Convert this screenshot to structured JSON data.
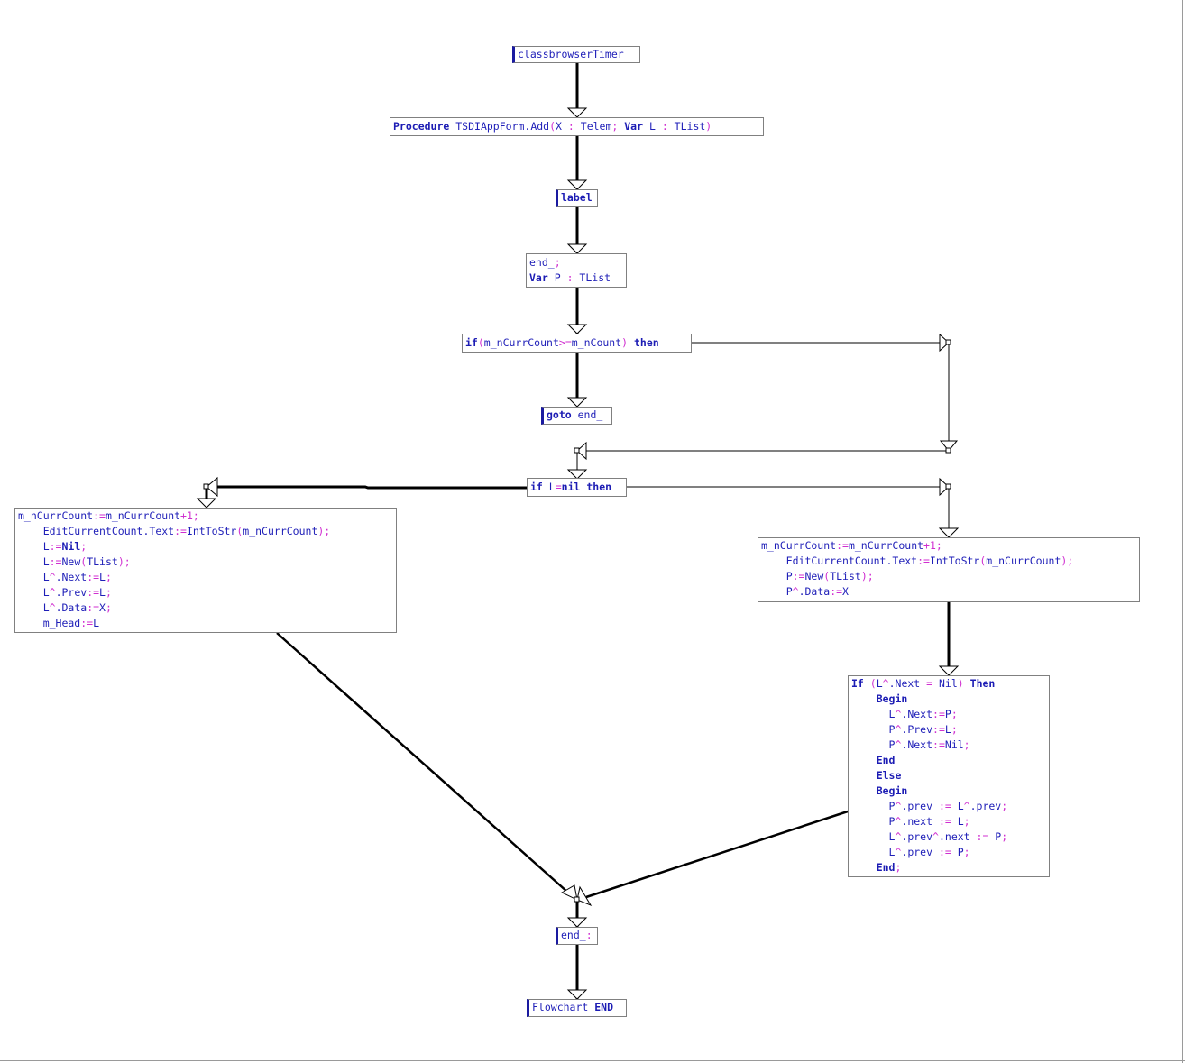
{
  "colors": {
    "text": "#1f1fb8",
    "keyword": "#1c1cb4",
    "operator": "#d02fd0",
    "box_border": "#808080",
    "terminal_bar": "#1a1aa0",
    "connector": "#000000"
  },
  "nodes": {
    "start": {
      "lines": [
        [
          [
            "id",
            "classbrowserTimer"
          ]
        ]
      ]
    },
    "procedure": {
      "lines": [
        [
          [
            "kw",
            "Procedure "
          ],
          [
            "id",
            "TSDIAppForm.Add"
          ],
          [
            "op",
            "("
          ],
          [
            "id",
            "X "
          ],
          [
            "op",
            ":"
          ],
          [
            "id",
            " Telem"
          ],
          [
            "op",
            ";"
          ],
          [
            "kw",
            " Var"
          ],
          [
            "id",
            " L "
          ],
          [
            "op",
            ":"
          ],
          [
            "id",
            " TList"
          ],
          [
            "op",
            ")"
          ]
        ]
      ]
    },
    "label": {
      "lines": [
        [
          [
            "kw",
            "label"
          ]
        ]
      ]
    },
    "var_decl": {
      "lines": [
        [
          [
            "id",
            "end_"
          ],
          [
            "op",
            ";"
          ]
        ],
        [
          [
            "kw",
            "Var"
          ],
          [
            "id",
            " P "
          ],
          [
            "op",
            ":"
          ],
          [
            "id",
            " TList"
          ]
        ]
      ]
    },
    "if_count": {
      "lines": [
        [
          [
            "kw",
            "if"
          ],
          [
            "op",
            "("
          ],
          [
            "id",
            "m_nCurrCount"
          ],
          [
            "op",
            ">="
          ],
          [
            "id",
            "m_nCount"
          ],
          [
            "op",
            ")"
          ],
          [
            "kw",
            " then"
          ]
        ]
      ]
    },
    "goto_end": {
      "lines": [
        [
          [
            "kw",
            "goto"
          ],
          [
            "id",
            " end_"
          ]
        ]
      ]
    },
    "if_nil": {
      "lines": [
        [
          [
            "kw",
            "if"
          ],
          [
            "id",
            " L"
          ],
          [
            "op",
            "="
          ],
          [
            "kw",
            "nil"
          ],
          [
            "kw",
            " then"
          ]
        ]
      ]
    },
    "block_left": {
      "lines": [
        [
          [
            "id",
            "m_nCurrCount"
          ],
          [
            "op",
            ":="
          ],
          [
            "id",
            "m_nCurrCount"
          ],
          [
            "op",
            "+"
          ],
          [
            "num",
            "1"
          ],
          [
            "op",
            ";"
          ]
        ],
        [
          [
            "id",
            "    EditCurrentCount.Text"
          ],
          [
            "op",
            ":="
          ],
          [
            "id",
            "IntToStr"
          ],
          [
            "op",
            "("
          ],
          [
            "id",
            "m_nCurrCount"
          ],
          [
            "op",
            ");"
          ]
        ],
        [
          [
            "id",
            "    L"
          ],
          [
            "op",
            ":="
          ],
          [
            "kw",
            "Nil"
          ],
          [
            "op",
            ";"
          ]
        ],
        [
          [
            "id",
            "    L"
          ],
          [
            "op",
            ":="
          ],
          [
            "id",
            "New"
          ],
          [
            "op",
            "("
          ],
          [
            "id",
            "TList"
          ],
          [
            "op",
            ");"
          ]
        ],
        [
          [
            "id",
            "    L"
          ],
          [
            "op",
            "^"
          ],
          [
            "id",
            ".Next"
          ],
          [
            "op",
            ":="
          ],
          [
            "id",
            "L"
          ],
          [
            "op",
            ";"
          ]
        ],
        [
          [
            "id",
            "    L"
          ],
          [
            "op",
            "^"
          ],
          [
            "id",
            ".Prev"
          ],
          [
            "op",
            ":="
          ],
          [
            "id",
            "L"
          ],
          [
            "op",
            ";"
          ]
        ],
        [
          [
            "id",
            "    L"
          ],
          [
            "op",
            "^"
          ],
          [
            "id",
            ".Data"
          ],
          [
            "op",
            ":="
          ],
          [
            "id",
            "X"
          ],
          [
            "op",
            ";"
          ]
        ],
        [
          [
            "id",
            "    m_Head"
          ],
          [
            "op",
            ":="
          ],
          [
            "id",
            "L"
          ]
        ]
      ]
    },
    "block_right": {
      "lines": [
        [
          [
            "id",
            "m_nCurrCount"
          ],
          [
            "op",
            ":="
          ],
          [
            "id",
            "m_nCurrCount"
          ],
          [
            "op",
            "+"
          ],
          [
            "num",
            "1"
          ],
          [
            "op",
            ";"
          ]
        ],
        [
          [
            "id",
            "    EditCurrentCount.Text"
          ],
          [
            "op",
            ":="
          ],
          [
            "id",
            "IntToStr"
          ],
          [
            "op",
            "("
          ],
          [
            "id",
            "m_nCurrCount"
          ],
          [
            "op",
            ");"
          ]
        ],
        [
          [
            "id",
            "    P"
          ],
          [
            "op",
            ":="
          ],
          [
            "id",
            "New"
          ],
          [
            "op",
            "("
          ],
          [
            "id",
            "TList"
          ],
          [
            "op",
            ");"
          ]
        ],
        [
          [
            "id",
            "    P"
          ],
          [
            "op",
            "^"
          ],
          [
            "id",
            ".Data"
          ],
          [
            "op",
            ":="
          ],
          [
            "id",
            "X"
          ]
        ]
      ]
    },
    "if_next": {
      "lines": [
        [
          [
            "kw",
            "If"
          ],
          [
            "op",
            " ("
          ],
          [
            "id",
            "L"
          ],
          [
            "op",
            "^"
          ],
          [
            "id",
            ".Next "
          ],
          [
            "op",
            "="
          ],
          [
            "id",
            " Nil"
          ],
          [
            "op",
            ")"
          ],
          [
            "kw",
            " Then"
          ]
        ],
        [
          [
            "kw",
            "    Begin"
          ]
        ],
        [
          [
            "id",
            "      L"
          ],
          [
            "op",
            "^"
          ],
          [
            "id",
            ".Next"
          ],
          [
            "op",
            ":="
          ],
          [
            "id",
            "P"
          ],
          [
            "op",
            ";"
          ]
        ],
        [
          [
            "id",
            "      P"
          ],
          [
            "op",
            "^"
          ],
          [
            "id",
            ".Prev"
          ],
          [
            "op",
            ":="
          ],
          [
            "id",
            "L"
          ],
          [
            "op",
            ";"
          ]
        ],
        [
          [
            "id",
            "      P"
          ],
          [
            "op",
            "^"
          ],
          [
            "id",
            ".Next"
          ],
          [
            "op",
            ":="
          ],
          [
            "id",
            "Nil"
          ],
          [
            "op",
            ";"
          ]
        ],
        [
          [
            "kw",
            "    End"
          ]
        ],
        [
          [
            "kw",
            "    Else"
          ]
        ],
        [
          [
            "kw",
            "    Begin"
          ]
        ],
        [
          [
            "id",
            "      P"
          ],
          [
            "op",
            "^"
          ],
          [
            "id",
            ".prev "
          ],
          [
            "op",
            ":="
          ],
          [
            "id",
            " L"
          ],
          [
            "op",
            "^"
          ],
          [
            "id",
            ".prev"
          ],
          [
            "op",
            ";"
          ]
        ],
        [
          [
            "id",
            "      P"
          ],
          [
            "op",
            "^"
          ],
          [
            "id",
            ".next "
          ],
          [
            "op",
            ":="
          ],
          [
            "id",
            " L"
          ],
          [
            "op",
            ";"
          ]
        ],
        [
          [
            "id",
            "      L"
          ],
          [
            "op",
            "^"
          ],
          [
            "id",
            ".prev"
          ],
          [
            "op",
            "^"
          ],
          [
            "id",
            ".next "
          ],
          [
            "op",
            ":="
          ],
          [
            "id",
            " P"
          ],
          [
            "op",
            ";"
          ]
        ],
        [
          [
            "id",
            "      L"
          ],
          [
            "op",
            "^"
          ],
          [
            "id",
            ".prev "
          ],
          [
            "op",
            ":="
          ],
          [
            "id",
            " P"
          ],
          [
            "op",
            ";"
          ]
        ],
        [
          [
            "kw",
            "    End"
          ],
          [
            "op",
            ";"
          ]
        ]
      ]
    },
    "end_label": {
      "lines": [
        [
          [
            "id",
            "end_"
          ],
          [
            "op",
            ":"
          ]
        ]
      ]
    },
    "flow_end": {
      "lines": [
        [
          [
            "id",
            "Flowchart "
          ],
          [
            "kw",
            "END"
          ]
        ]
      ]
    }
  }
}
